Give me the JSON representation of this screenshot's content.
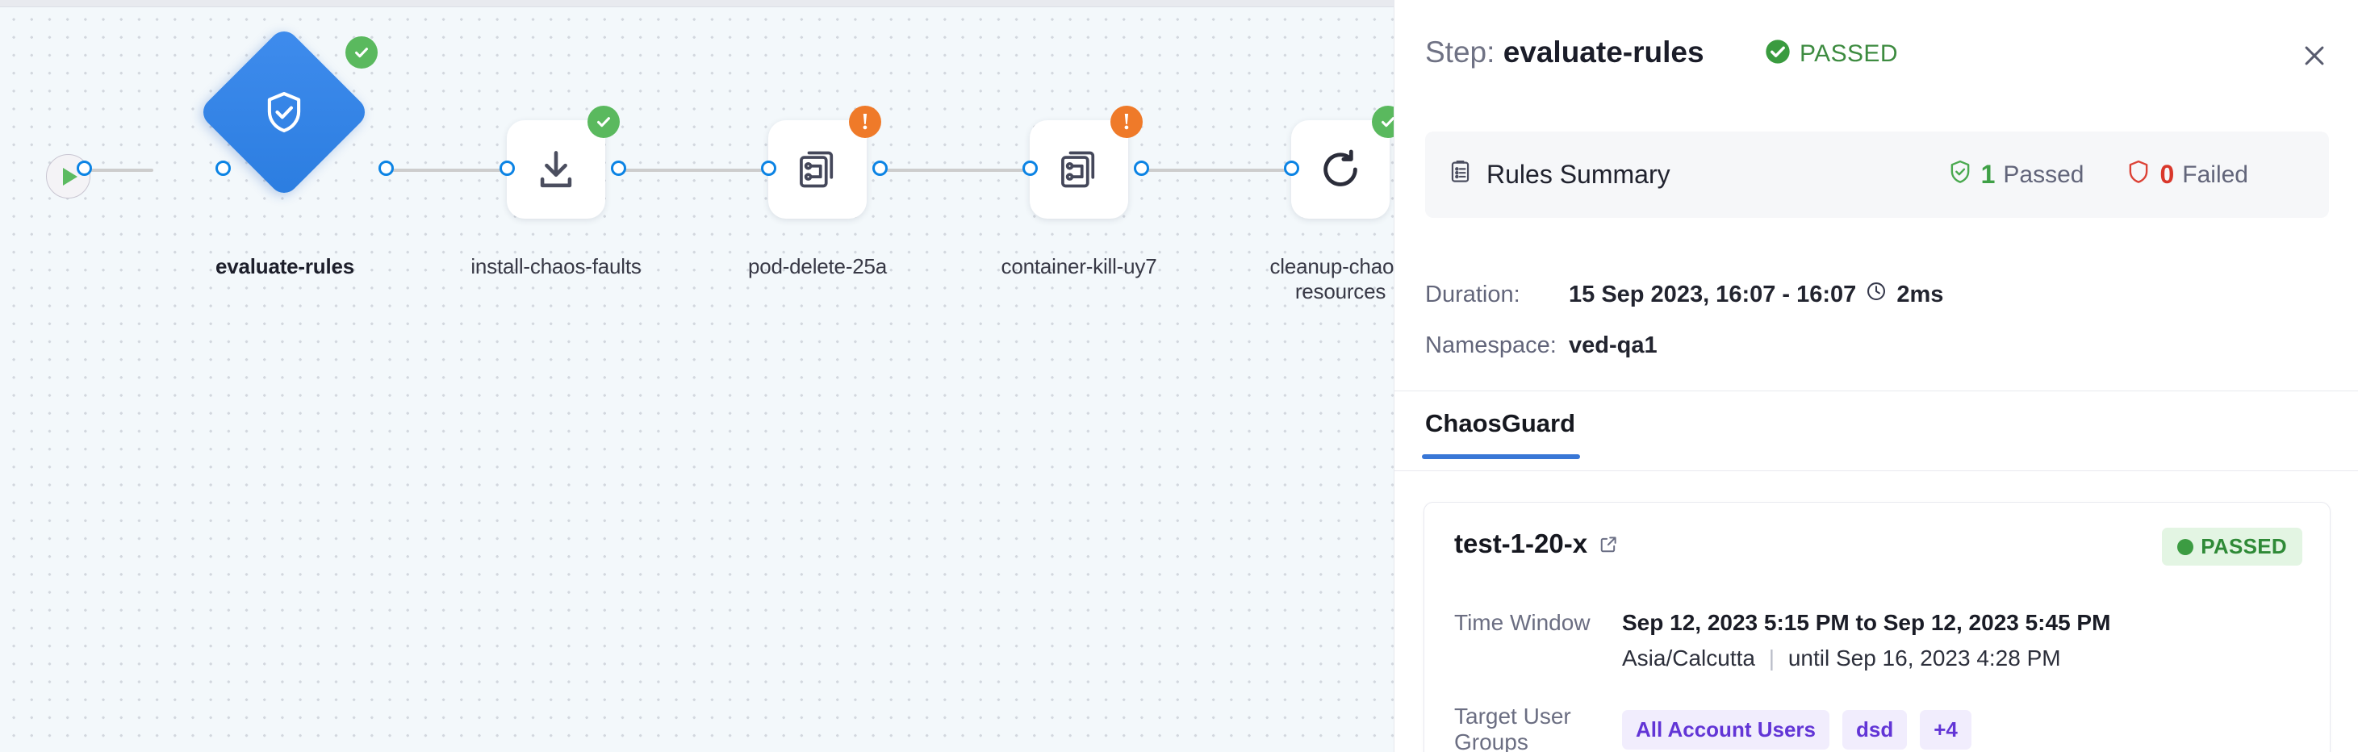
{
  "canvas": {
    "start_node": {
      "icon": "play-icon"
    },
    "nodes": [
      {
        "label": "evaluate-rules",
        "icon": "shield-check-icon",
        "shape": "diamond",
        "status": "success",
        "selected": true
      },
      {
        "label": "install-chaos-faults",
        "icon": "download-icon",
        "shape": "box",
        "status": "success",
        "selected": false
      },
      {
        "label": "pod-delete-25a",
        "icon": "chaos-experiment-icon",
        "shape": "box",
        "status": "warning",
        "selected": false
      },
      {
        "label": "container-kill-uy7",
        "icon": "chaos-experiment-icon",
        "shape": "box",
        "status": "warning",
        "selected": false
      },
      {
        "label": "cleanup-chaos-resources",
        "icon": "refresh-icon",
        "shape": "box",
        "status": "success",
        "selected": false
      }
    ]
  },
  "panel": {
    "title_prefix": "Step:",
    "step_name": "evaluate-rules",
    "status_text": "PASSED",
    "status_icon": "check-circle-icon",
    "close_icon": "close-icon",
    "summary": {
      "icon": "clipboard-icon",
      "title": "Rules Summary",
      "passed_count": "1",
      "passed_label": "Passed",
      "passed_icon": "shield-check-icon",
      "failed_count": "0",
      "failed_label": "Failed",
      "failed_icon": "shield-icon"
    },
    "meta": {
      "duration_label": "Duration:",
      "duration_value": "15 Sep 2023, 16:07 - 16:07",
      "duration_icon": "clock-icon",
      "duration_elapsed": "2ms",
      "namespace_label": "Namespace:",
      "namespace_value": "ved-qa1"
    },
    "tabs": [
      {
        "label": "ChaosGuard",
        "active": true
      }
    ],
    "rule_card": {
      "name": "test-1-20-x",
      "external_link_icon": "external-link-icon",
      "status_text": "PASSED",
      "time_window_label": "Time Window",
      "time_window_value": "Sep 12, 2023 5:15 PM to Sep 12, 2023 5:45 PM",
      "time_window_timezone": "Asia/Calcutta",
      "time_window_until": "until Sep 16, 2023 4:28 PM",
      "target_groups_label": "Target User Groups",
      "target_groups": [
        "All Account Users",
        "dsd",
        "+4"
      ]
    }
  },
  "colors": {
    "accent_blue": "#3977d6",
    "node_blue": "#2b7de0",
    "success_green": "#3fa046",
    "warning_orange": "#ef7a29",
    "fail_red": "#d9372b",
    "chip_purple": "#6235d6"
  }
}
